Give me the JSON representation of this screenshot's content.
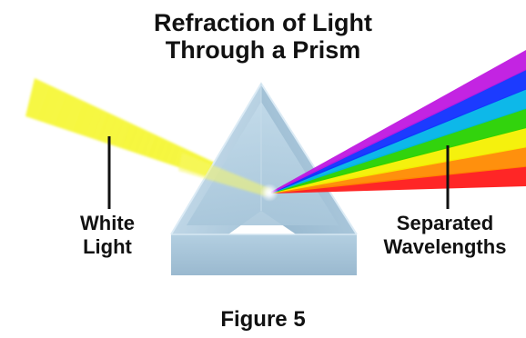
{
  "title": {
    "line1": "Refraction of Light",
    "line2": "Through a Prism"
  },
  "labels": {
    "white_light": {
      "line1": "White",
      "line2": "Light"
    },
    "separated": {
      "line1": "Separated",
      "line2": "Wavelengths"
    }
  },
  "caption": "Figure 5",
  "colors": {
    "white_beam": "#f3f51e",
    "prism_face": "#a9c8dc",
    "prism_edge": "#cfe1ee",
    "spectrum": [
      "#ff1a1a",
      "#ff8a00",
      "#f4f000",
      "#27d100",
      "#00b4e8",
      "#1030ff",
      "#c018e0"
    ]
  }
}
